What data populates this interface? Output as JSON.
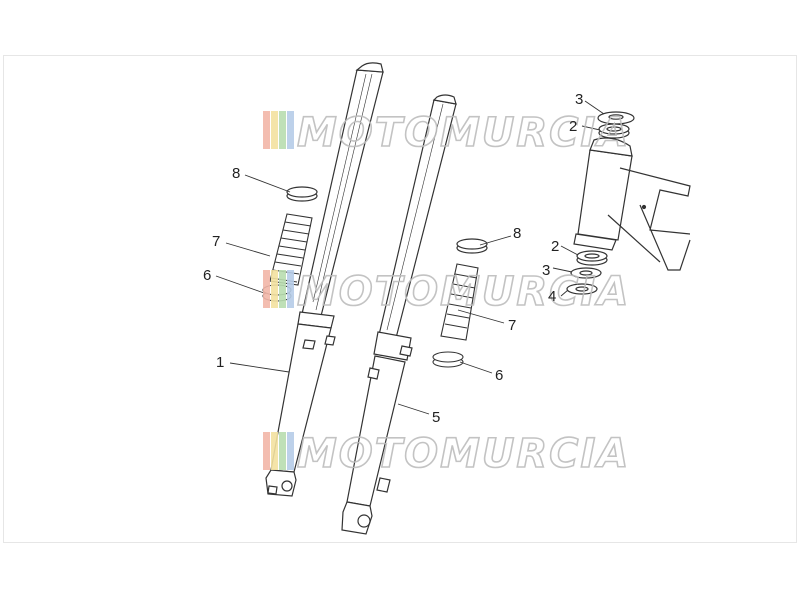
{
  "diagram": {
    "callouts_left": {
      "one": "1",
      "six": "6",
      "seven": "7",
      "eight": "8"
    },
    "callouts_right_fork": {
      "five": "5",
      "six": "6",
      "seven": "7",
      "eight": "8"
    },
    "callouts_steering": {
      "two_top": "2",
      "three_top": "3",
      "two_bottom": "2",
      "three_bottom": "3",
      "four": "4"
    }
  },
  "watermark": {
    "text": "MOTOMURCIA",
    "stripe_colors": [
      "#f2b6a8",
      "#f3e2a0",
      "#b9ddb0",
      "#b6cde8"
    ],
    "outline_color": "#bdbdbd"
  },
  "colors": {
    "line": "#333333",
    "background": "#ffffff"
  }
}
